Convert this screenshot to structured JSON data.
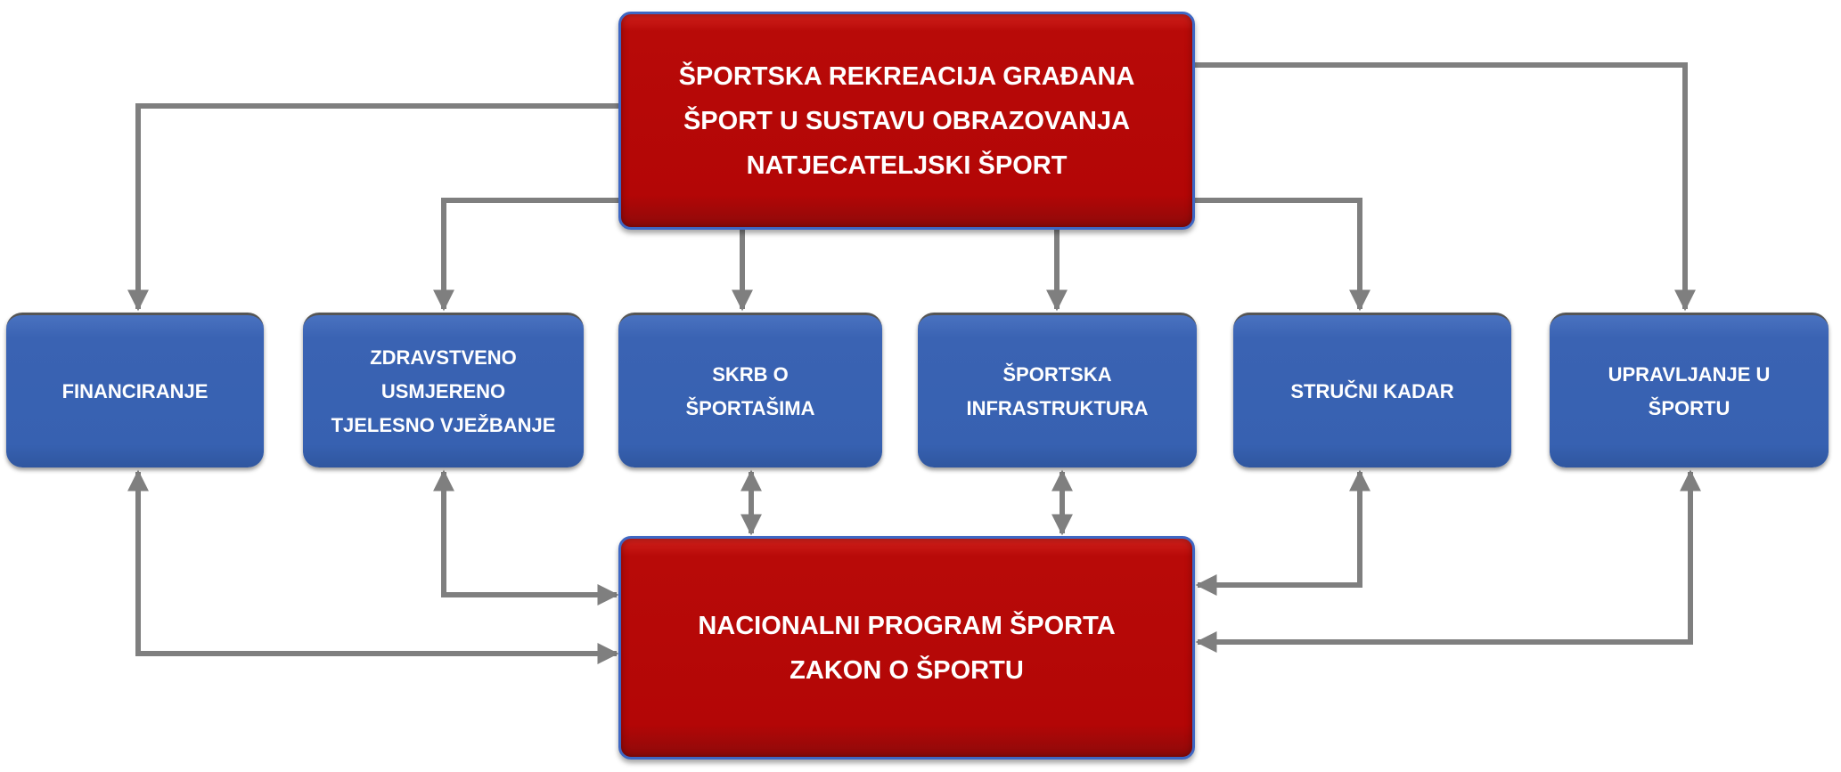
{
  "top_box": {
    "lines": [
      "ŠPORTSKA REKREACIJA GRAĐANA",
      "ŠPORT U SUSTAVU OBRAZOVANJA",
      "NATJECATELJSKI ŠPORT"
    ]
  },
  "bottom_box": {
    "lines": [
      "NACIONALNI PROGRAM ŠPORTA",
      "ZAKON O ŠPORTU"
    ]
  },
  "areas": [
    {
      "lines": [
        "FINANCIRANJE"
      ]
    },
    {
      "lines": [
        "ZDRAVSTVENO",
        "USMJERENO",
        "TJELESNO VJEŽBANJE"
      ]
    },
    {
      "lines": [
        "SKRB O",
        "ŠPORTAŠIMA"
      ]
    },
    {
      "lines": [
        "ŠPORTSKA",
        "INFRASTRUKTURA"
      ]
    },
    {
      "lines": [
        "STRUČNI KADAR"
      ]
    },
    {
      "lines": [
        "UPRAVLJANJE U",
        "ŠPORTU"
      ]
    }
  ],
  "colors": {
    "red": "#b30606",
    "blue": "#3761b1",
    "connector": "#7f7f7f"
  }
}
